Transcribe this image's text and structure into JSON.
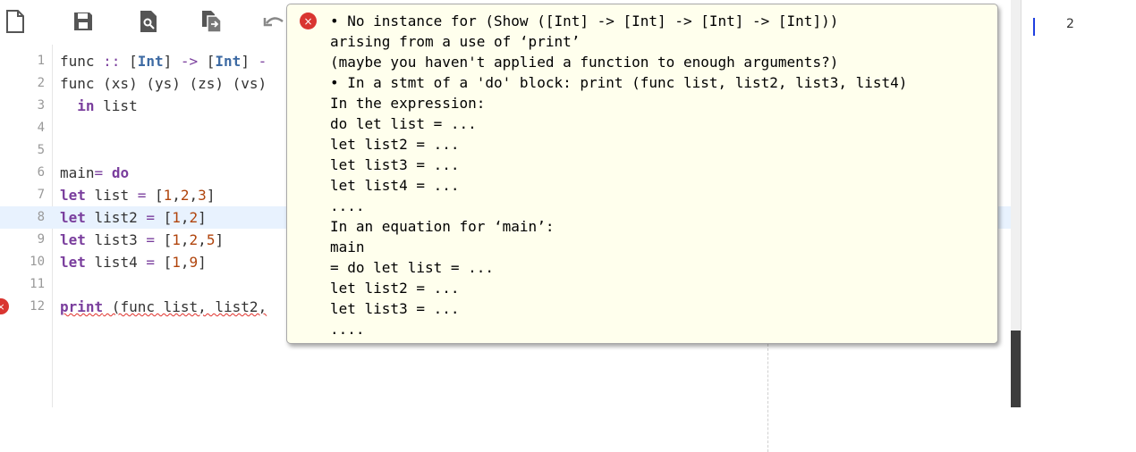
{
  "editor": {
    "lines": [
      {
        "n": "1",
        "tokens": [
          [
            "",
            "func "
          ],
          [
            "op",
            "::"
          ],
          [
            "",
            " ["
          ],
          [
            "ty",
            "Int"
          ],
          [
            "",
            "] "
          ],
          [
            "op",
            "->"
          ],
          [
            "",
            " ["
          ],
          [
            "ty",
            "Int"
          ],
          [
            "",
            "] "
          ],
          [
            "op",
            "-"
          ]
        ]
      },
      {
        "n": "2",
        "tokens": [
          [
            "",
            "func (xs) (ys) (zs) (vs)"
          ]
        ]
      },
      {
        "n": "3",
        "tokens": [
          [
            "",
            "  "
          ],
          [
            "kw",
            "in"
          ],
          [
            "",
            " list"
          ]
        ]
      },
      {
        "n": "4",
        "tokens": []
      },
      {
        "n": "5",
        "tokens": []
      },
      {
        "n": "6",
        "tokens": [
          [
            "",
            "main"
          ],
          [
            "op",
            "="
          ],
          [
            "",
            " "
          ],
          [
            "kw",
            "do"
          ]
        ]
      },
      {
        "n": "7",
        "tokens": [
          [
            "kw",
            "let"
          ],
          [
            "",
            " list "
          ],
          [
            "op",
            "="
          ],
          [
            "",
            " ["
          ],
          [
            "num",
            "1"
          ],
          [
            "",
            ","
          ],
          [
            "num",
            "2"
          ],
          [
            "",
            ","
          ],
          [
            "num",
            "3"
          ],
          [
            "",
            "]"
          ]
        ]
      },
      {
        "n": "8",
        "tokens": [
          [
            "kw",
            "let"
          ],
          [
            "",
            " list2 "
          ],
          [
            "op",
            "="
          ],
          [
            "",
            " ["
          ],
          [
            "num",
            "1"
          ],
          [
            "",
            ","
          ],
          [
            "num",
            "2"
          ],
          [
            "",
            "]"
          ]
        ]
      },
      {
        "n": "9",
        "tokens": [
          [
            "kw",
            "let"
          ],
          [
            "",
            " list3 "
          ],
          [
            "op",
            "="
          ],
          [
            "",
            " ["
          ],
          [
            "num",
            "1"
          ],
          [
            "",
            ","
          ],
          [
            "num",
            "2"
          ],
          [
            "",
            ","
          ],
          [
            "num",
            "5"
          ],
          [
            "",
            "]"
          ]
        ]
      },
      {
        "n": "10",
        "tokens": [
          [
            "kw",
            "let"
          ],
          [
            "",
            " list4 "
          ],
          [
            "op",
            "="
          ],
          [
            "",
            " ["
          ],
          [
            "num",
            "1"
          ],
          [
            "",
            ","
          ],
          [
            "num",
            "9"
          ],
          [
            "",
            "]"
          ]
        ]
      },
      {
        "n": "11",
        "tokens": []
      },
      {
        "n": "12",
        "tokens": [
          [
            "kw err",
            "print"
          ],
          [
            "err",
            " (func list, list2,"
          ]
        ]
      }
    ],
    "active_line": 8,
    "error_line": 12
  },
  "tooltip": {
    "lines": [
      "• No instance for (Show ([Int] -> [Int] -> [Int] -> [Int]))",
      "arising from a use of ‘print’",
      "(maybe you haven't applied a function to enough arguments?)",
      "• In a stmt of a 'do' block: print (func list, list2, list3, list4)",
      "In the expression:",
      "do let list = ...",
      "let list2 = ...",
      "let list3 = ...",
      "let list4 = ...",
      "....",
      "In an equation for ‘main’:",
      "main",
      "= do let list = ...",
      "let list2 = ...",
      "let list3 = ...",
      "...."
    ]
  },
  "output": {
    "value": "2"
  },
  "icons": {
    "error": "×"
  },
  "colors": {
    "error": "#d93530",
    "keyword": "#7a3e9d",
    "number": "#b0440c",
    "type": "#3d6aa3",
    "tooltip_bg": "#ffffed"
  }
}
